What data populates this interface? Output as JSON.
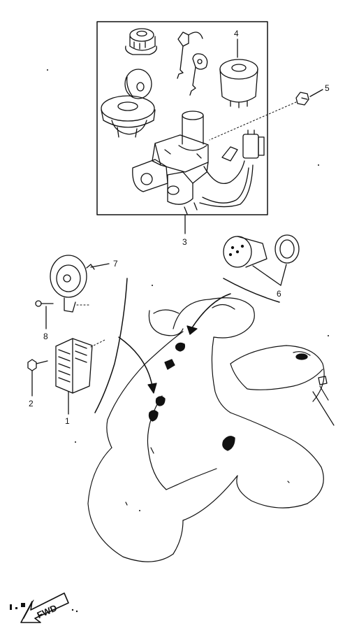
{
  "diagram": {
    "callouts": {
      "c1": "1",
      "c2": "2",
      "c3": "3",
      "c4": "4",
      "c5": "5",
      "c6": "6",
      "c7": "7",
      "c8": "8"
    },
    "direction_label": "FWD",
    "line_color": "#111111",
    "background": "#ffffff"
  }
}
